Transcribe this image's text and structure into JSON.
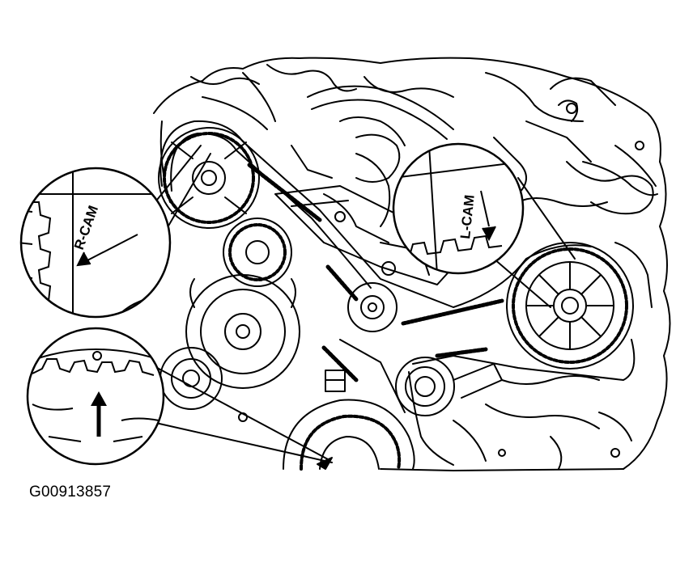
{
  "figure": {
    "code": "G00913857",
    "callouts": {
      "right_cam_mark": "R-CAM",
      "left_cam_mark": "L-CAM"
    }
  }
}
